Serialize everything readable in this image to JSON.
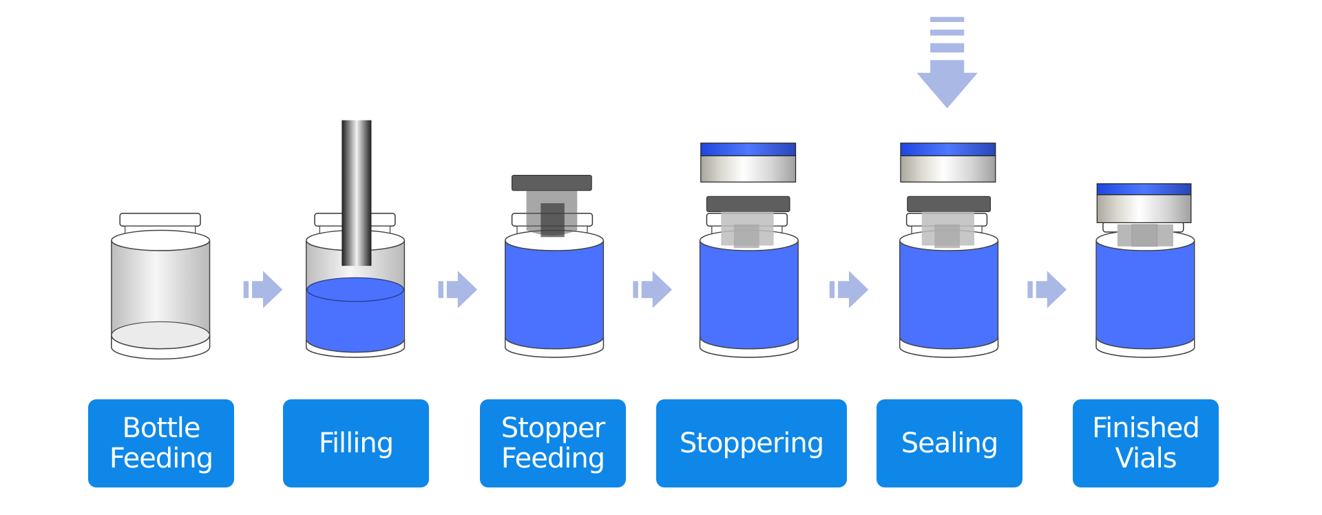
{
  "diagram": {
    "type": "process-flow",
    "description": "Vial filling line process steps",
    "colors": {
      "label_bg": "#0e87e8",
      "label_text": "#ffffff",
      "liquid": "#4a72ff",
      "arrow": "#aab8e6",
      "stopper": "#5e5e5e",
      "cap_top": "#2a55f0",
      "glass": "#d0d0d0"
    },
    "steps": [
      {
        "id": "bottle-feeding",
        "label": "Bottle\nFeeding"
      },
      {
        "id": "filling",
        "label": "Filling"
      },
      {
        "id": "stopper-feeding",
        "label": "Stopper\nFeeding"
      },
      {
        "id": "stoppering",
        "label": "Stoppering"
      },
      {
        "id": "sealing",
        "label": "Sealing"
      },
      {
        "id": "finished-vials",
        "label": "Finished\nVials"
      }
    ],
    "arrows": [
      {
        "from": "bottle-feeding",
        "to": "filling",
        "direction": "right"
      },
      {
        "from": "filling",
        "to": "stopper-feeding",
        "direction": "right"
      },
      {
        "from": "stopper-feeding",
        "to": "stoppering",
        "direction": "right"
      },
      {
        "from": "stoppering",
        "to": "sealing",
        "direction": "right"
      },
      {
        "from": "sealing",
        "to": "finished-vials",
        "direction": "right"
      },
      {
        "at": "sealing",
        "direction": "down",
        "meaning": "press cap"
      }
    ]
  }
}
